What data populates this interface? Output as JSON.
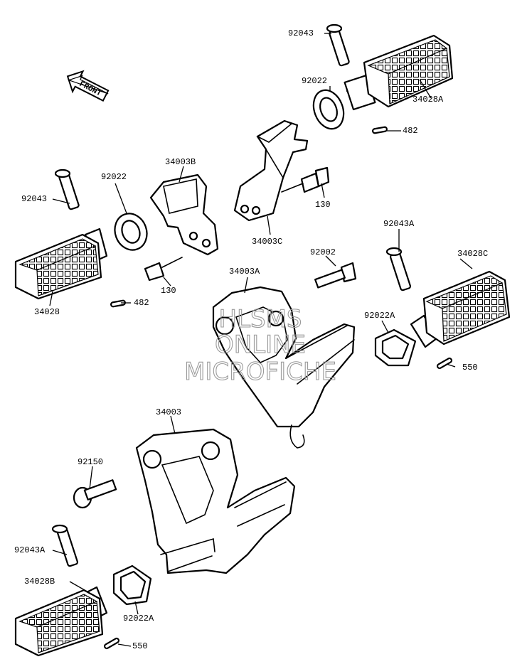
{
  "front_indicator": {
    "label": "FRONT"
  },
  "watermark": {
    "lines": [
      "HLSMS",
      "ONLINE",
      "MICROFICHE"
    ]
  },
  "part_labels": {
    "p92043_top": "92043",
    "p92022_top": "92022",
    "p34028A": "34028A",
    "p482_top": "482",
    "p34003B": "34003B",
    "p92043_left": "92043",
    "p92022_left": "92022",
    "p130_right": "130",
    "p34003C": "34003C",
    "p130_left": "130",
    "p92043A_right": "92043A",
    "p92002": "92002",
    "p34028C": "34028C",
    "p34003A": "34003A",
    "p34028": "34028",
    "p482_left": "482",
    "p92022A_right": "92022A",
    "p550_right": "550",
    "p34003": "34003",
    "p92150": "92150",
    "p92043A_left": "92043A",
    "p34028B": "34028B",
    "p92022A_left": "92022A",
    "p550_left": "550"
  }
}
